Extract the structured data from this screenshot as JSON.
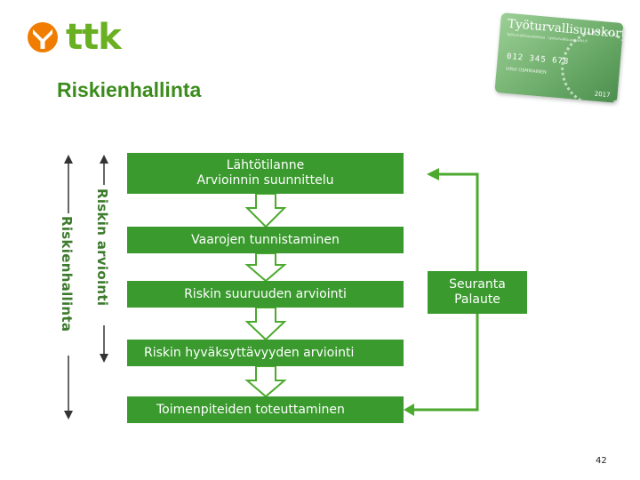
{
  "logo": {
    "text": "ttk"
  },
  "title": "Riskienhallinta",
  "card": {
    "title": "Työturvallisuuskortti",
    "subtitle": "Työturvallisuuskeskus · tyoturvallisuuskortti.fi",
    "number": "012 345 678",
    "name": "VIRVI OSMIKAINEN",
    "year": "2017"
  },
  "steps": [
    {
      "line1": "Lähtötilanne",
      "line2": "Arvioinnin suunnittelu"
    },
    {
      "label": "Vaarojen tunnistaminen"
    },
    {
      "label": "Riskin suuruuden arviointi"
    },
    {
      "label": "Riskin hyväksyttävyyden arviointi"
    },
    {
      "label": "Toimenpiteiden toteuttaminen"
    }
  ],
  "feedback": {
    "line1": "Seuranta",
    "line2": "Palaute"
  },
  "side_labels": {
    "inner": "Riskin arviointi",
    "outer": "Riskienhallinta"
  },
  "page_number": "42",
  "colors": {
    "green": "#3a9a2e",
    "title_green": "#3c8c1c",
    "logo_green": "#6ab023"
  }
}
